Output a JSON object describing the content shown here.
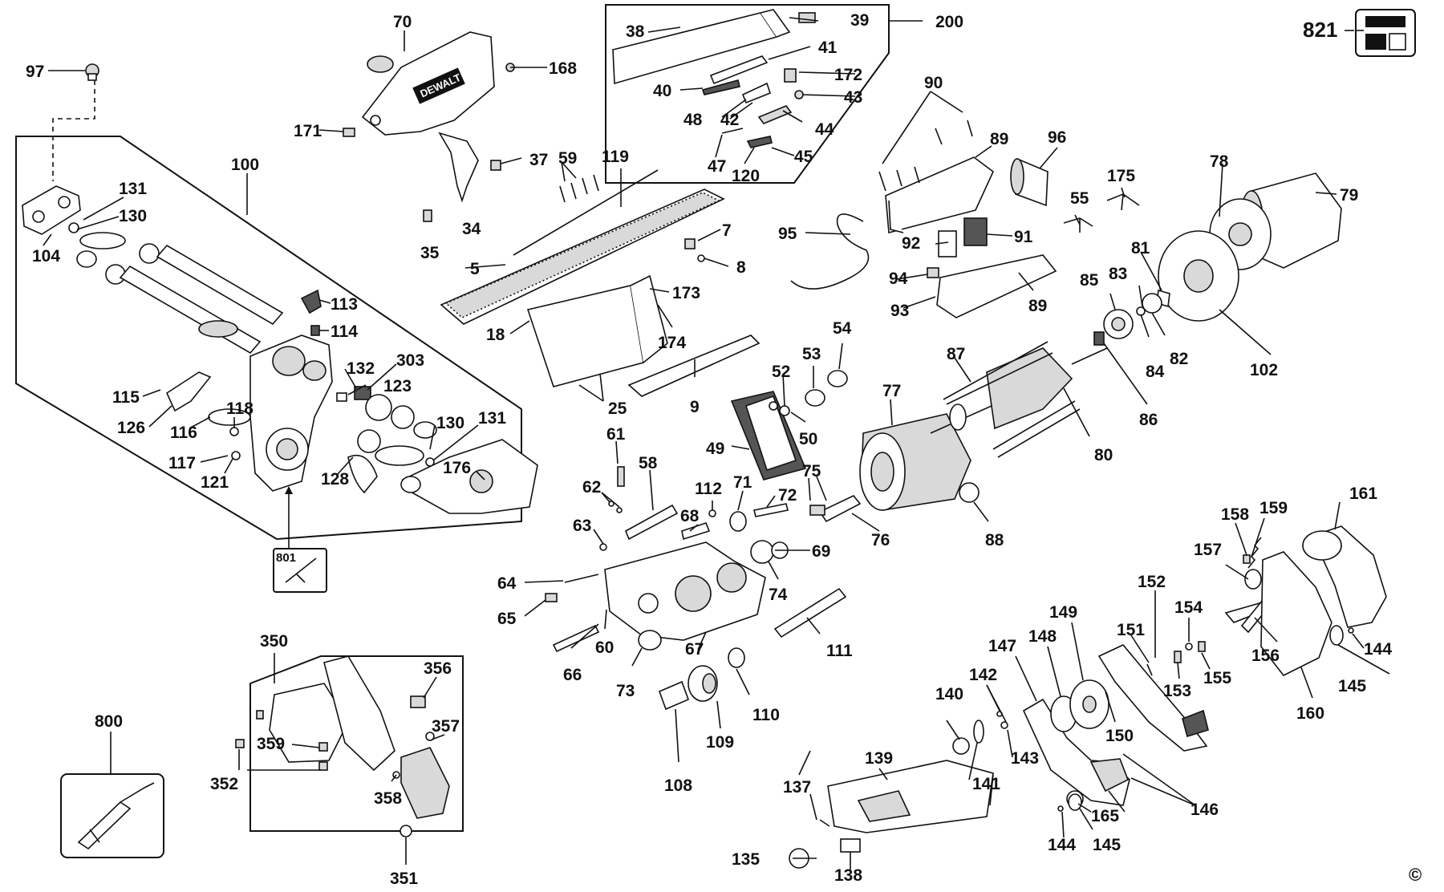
{
  "diagram_code": "821",
  "copyright_symbol": "©",
  "brand_logo_text": "DEWALT",
  "callouts": {
    "c5": "5",
    "c7": "7",
    "c8": "8",
    "c9": "9",
    "c18": "18",
    "c25": "25",
    "c34": "34",
    "c35": "35",
    "c37": "37",
    "c38": "38",
    "c39": "39",
    "c40": "40",
    "c41": "41",
    "c42": "42",
    "c43": "43",
    "c44": "44",
    "c45": "45",
    "c47": "47",
    "c48": "48",
    "c49": "49",
    "c50": "50",
    "c52": "52",
    "c53": "53",
    "c54": "54",
    "c55": "55",
    "c58": "58",
    "c59": "59",
    "c60": "60",
    "c61": "61",
    "c62": "62",
    "c63": "63",
    "c64": "64",
    "c65": "65",
    "c66": "66",
    "c67": "67",
    "c68": "68",
    "c69": "69",
    "c70": "70",
    "c71": "71",
    "c72": "72",
    "c73": "73",
    "c74": "74",
    "c75": "75",
    "c76": "76",
    "c77": "77",
    "c78": "78",
    "c79": "79",
    "c80": "80",
    "c81": "81",
    "c82": "82",
    "c83": "83",
    "c84": "84",
    "c85": "85",
    "c86": "86",
    "c87": "87",
    "c88": "88",
    "c89a": "89",
    "c89b": "89",
    "c90": "90",
    "c91": "91",
    "c92": "92",
    "c93": "93",
    "c94": "94",
    "c95": "95",
    "c96": "96",
    "c97": "97",
    "c100": "100",
    "c102": "102",
    "c104": "104",
    "c108": "108",
    "c109": "109",
    "c110": "110",
    "c111": "111",
    "c112": "112",
    "c113": "113",
    "c114": "114",
    "c115": "115",
    "c116": "116",
    "c117": "117",
    "c118": "118",
    "c119": "119",
    "c120": "120",
    "c121": "121",
    "c123": "123",
    "c126": "126",
    "c128": "128",
    "c130a": "130",
    "c130b": "130",
    "c131a": "131",
    "c131b": "131",
    "c132": "132",
    "c135": "135",
    "c137": "137",
    "c138": "138",
    "c139": "139",
    "c140": "140",
    "c141": "141",
    "c142": "142",
    "c143": "143",
    "c144a": "144",
    "c144b": "144",
    "c145a": "145",
    "c145b": "145",
    "c146": "146",
    "c147": "147",
    "c148": "148",
    "c149": "149",
    "c150": "150",
    "c151": "151",
    "c152": "152",
    "c153": "153",
    "c154": "154",
    "c155": "155",
    "c156": "156",
    "c157": "157",
    "c158": "158",
    "c159": "159",
    "c160": "160",
    "c161": "161",
    "c165": "165",
    "c168": "168",
    "c171": "171",
    "c172": "172",
    "c173": "173",
    "c174": "174",
    "c175": "175",
    "c176": "176",
    "c200": "200",
    "c303": "303",
    "c350": "350",
    "c351": "351",
    "c352": "352",
    "c356": "356",
    "c357": "357",
    "c358": "358",
    "c359": "359",
    "c800": "800",
    "c801": "801"
  }
}
